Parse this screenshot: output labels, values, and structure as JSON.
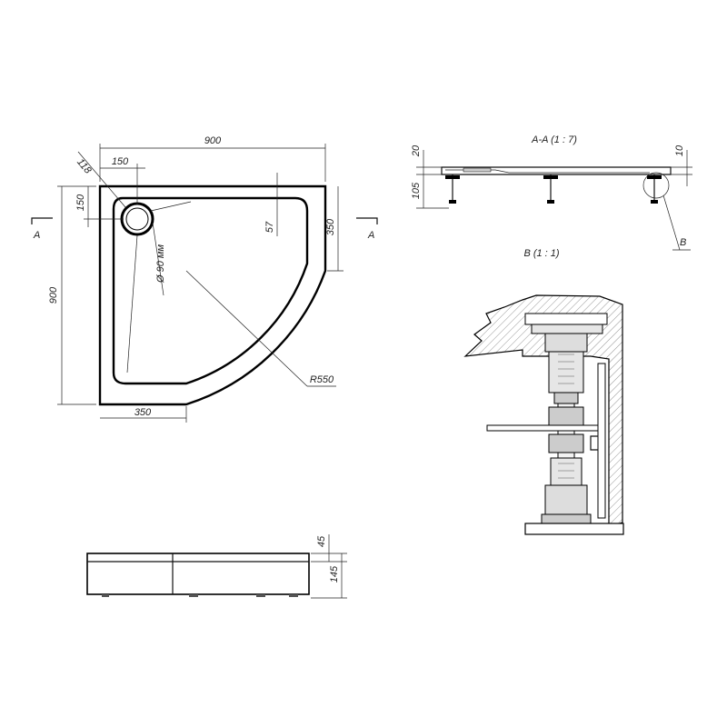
{
  "top_view": {
    "dim_width": "900",
    "dim_height": "900",
    "dim_118": "118",
    "dim_150_top": "150",
    "dim_150_left": "150",
    "dim_57": "57",
    "dim_350_right": "350",
    "dim_350_bottom": "350",
    "drain_diameter": "Ø 90 мм",
    "radius": "R550",
    "section_marker": "A"
  },
  "section_view": {
    "title": "A-A (1 : 7)",
    "dim_20": "20",
    "dim_105": "105",
    "dim_10": "10",
    "detail_marker": "B"
  },
  "detail_view": {
    "title": "B (1 : 1)"
  },
  "side_view": {
    "dim_45": "45",
    "dim_145": "145"
  },
  "colors": {
    "line": "#000000",
    "hatch": "#555555",
    "fill_dark": "#d9d9d9"
  }
}
